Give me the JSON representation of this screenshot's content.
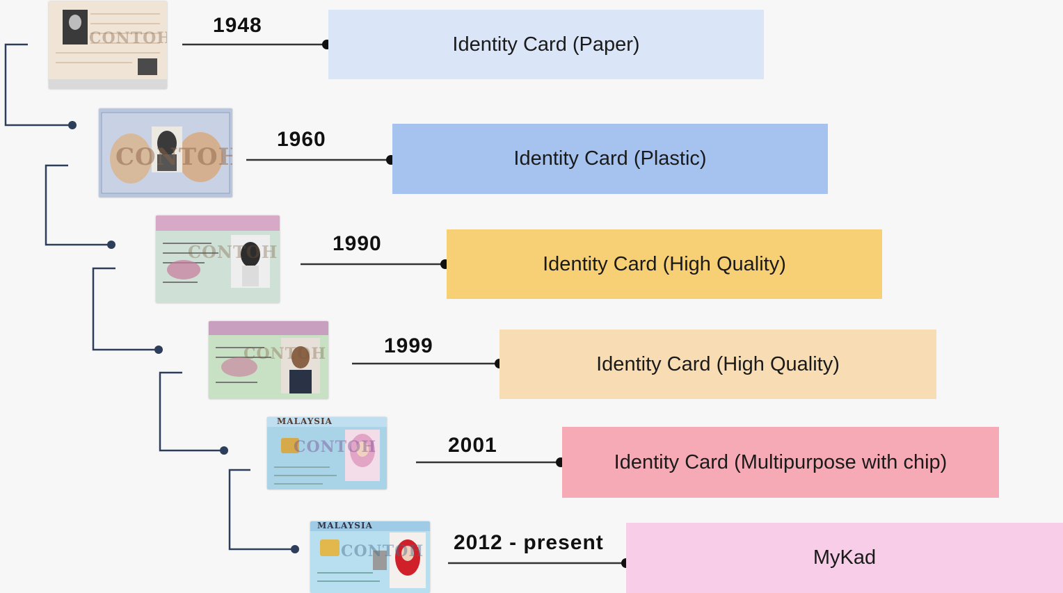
{
  "timeline": {
    "items": [
      {
        "year": "1948",
        "label": "Identity Card (Paper)",
        "color": "#dae6f7",
        "image_icon": "paper-id-card-icon",
        "watermark": "CONTOH"
      },
      {
        "year": "1960",
        "label": "Identity Card (Plastic)",
        "color": "#a6c3f0",
        "image_icon": "plastic-id-card-icon",
        "watermark": "CONTOH"
      },
      {
        "year": "1990",
        "label": "Identity Card (High Quality)",
        "color": "#f7cf75",
        "image_icon": "high-quality-id-card-icon",
        "watermark": "CONTOH"
      },
      {
        "year": "1999",
        "label": "Identity Card (High Quality)",
        "color": "#f8ddb4",
        "image_icon": "high-quality-id-card-icon",
        "watermark": "CONTOH"
      },
      {
        "year": "2001",
        "label": "Identity Card (Multipurpose with chip)",
        "color": "#f6aab5",
        "image_icon": "chip-id-card-icon",
        "watermark": "CONTOH",
        "header": "MALAYSIA"
      },
      {
        "year": "2012 - present",
        "label": "MyKad",
        "color": "#f8cde7",
        "image_icon": "mykad-card-icon",
        "watermark": "CONTOH",
        "header": "MALAYSIA"
      }
    ],
    "line_color": "#2c3e5a",
    "connector_color": "#333333"
  }
}
